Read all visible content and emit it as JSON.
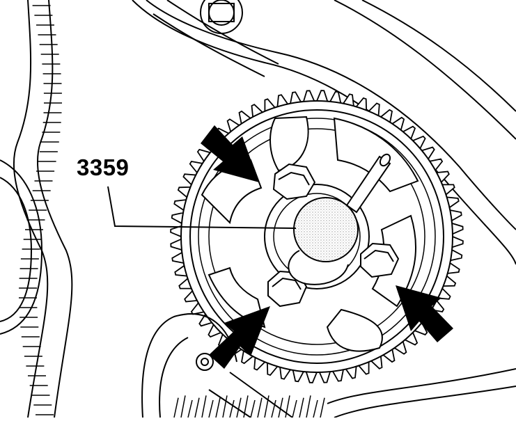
{
  "figure": {
    "callouts": [
      {
        "id": "tool",
        "label": "3359"
      }
    ],
    "colors": {
      "ink": "#000000",
      "paper": "#ffffff",
      "tool_stipple": "#bdbdbd"
    },
    "arrow_count": 3
  }
}
